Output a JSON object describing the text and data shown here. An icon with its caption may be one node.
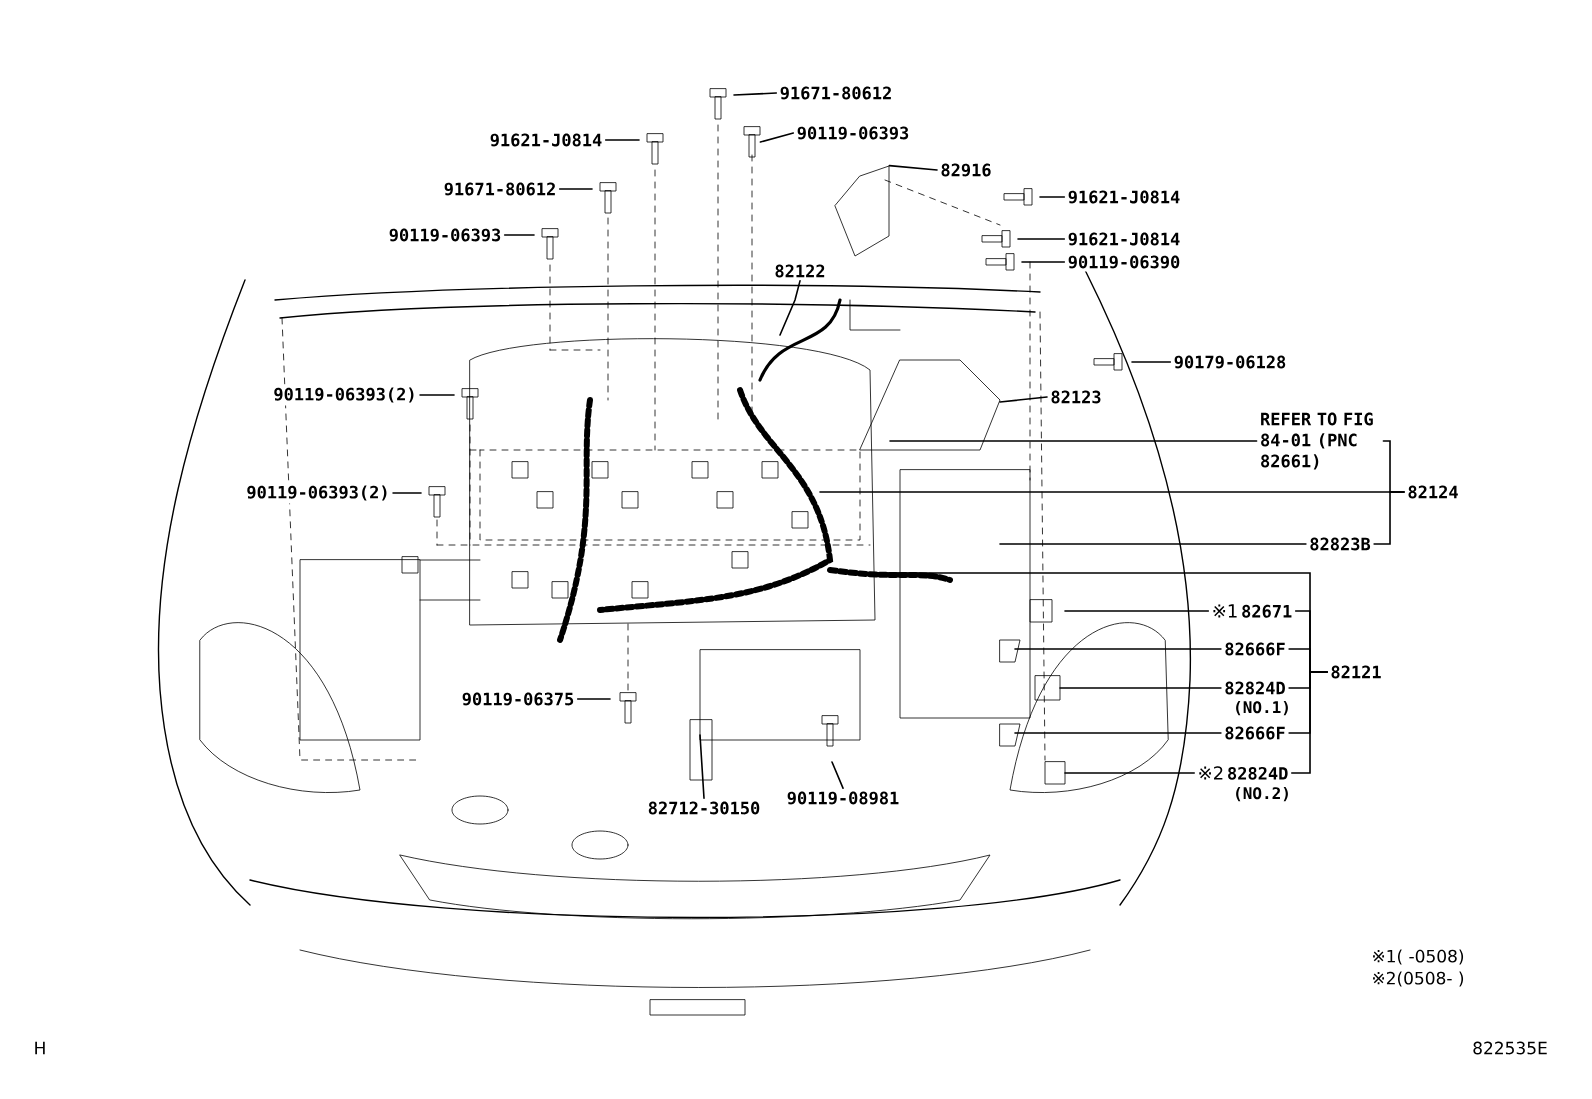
{
  "diagram": {
    "nodes": [
      {
        "text": [
          "91671-80612"
        ]
      },
      {
        "text": [
          "91621-J0814"
        ]
      },
      {
        "text": [
          "90119-06393"
        ]
      },
      {
        "text": [
          "91671-80612"
        ]
      },
      {
        "text": [
          "90119-06393"
        ]
      },
      {
        "text": [
          "82916"
        ]
      },
      {
        "text": [
          "91621-J0814"
        ]
      },
      {
        "text": [
          "91621-J0814"
        ]
      },
      {
        "text": [
          "90119-06390"
        ]
      },
      {
        "text": [
          "82122"
        ]
      },
      {
        "text": [
          "90179-06128"
        ]
      },
      {
        "text": [
          "82123"
        ]
      },
      {
        "text": [
          "REFER TO FIG 84-01 (PNC 82661)"
        ]
      },
      {
        "text": [
          "82124"
        ]
      },
      {
        "text": [
          "90119-06393(2)"
        ]
      },
      {
        "text": [
          "90119-06393(2)"
        ]
      },
      {
        "text": [
          "82823B"
        ]
      },
      {
        "text": [
          "※1",
          "82671"
        ]
      },
      {
        "text": [
          "82666F"
        ]
      },
      {
        "text": [
          "82824D"
        ],
        "beside": [
          "(NO.1)"
        ]
      },
      {
        "text": [
          "82666F"
        ]
      },
      {
        "text": [
          "※2",
          "82824D"
        ],
        "beside": [
          "(NO.2)"
        ]
      },
      {
        "text": [
          "82121"
        ]
      },
      {
        "text": [
          "90119-06375"
        ]
      },
      {
        "text": [
          "82712-30150"
        ]
      },
      {
        "text": [
          "90119-08981"
        ]
      },
      {
        "text": [],
        "shape": "picture"
      },
      {
        "text": [],
        "shape": "picture"
      }
    ],
    "edges": [
      {
        "from": 0,
        "to": null,
        "arrow": "none"
      },
      {
        "from": 1,
        "to": null,
        "arrow": "none"
      },
      {
        "from": 2,
        "to": 26,
        "arrow": "none"
      },
      {
        "from": 3,
        "to": null,
        "arrow": "none"
      },
      {
        "from": 4,
        "to": null,
        "arrow": "none"
      },
      {
        "from": 5,
        "to": 27,
        "arrow": "none"
      },
      {
        "from": 6,
        "to": null,
        "arrow": "none"
      },
      {
        "from": 7,
        "to": null,
        "arrow": "none"
      },
      {
        "from": 8,
        "to": null,
        "arrow": "none"
      },
      {
        "from": 9,
        "to": null,
        "arrow": "none"
      },
      {
        "from": 10,
        "to": null,
        "arrow": "none"
      },
      {
        "from": 11,
        "to": null,
        "arrow": "none"
      },
      {
        "from": 12,
        "to": null,
        "arrow": "none"
      },
      {
        "from": 13,
        "to": null,
        "arrow": "none"
      },
      {
        "from": 13,
        "to": 12,
        "arrow": "none"
      },
      {
        "from": 13,
        "to": 16,
        "arrow": "none"
      },
      {
        "from": 14,
        "to": null,
        "arrow": "none"
      },
      {
        "from": 15,
        "to": null,
        "arrow": "none"
      },
      {
        "from": 16,
        "to": null,
        "arrow": "none"
      },
      {
        "from": 17,
        "to": null,
        "arrow": "none"
      },
      {
        "from": 18,
        "to": null,
        "arrow": "none"
      },
      {
        "from": 19,
        "to": null,
        "arrow": "none"
      },
      {
        "from": 20,
        "to": null,
        "arrow": "none"
      },
      {
        "from": 21,
        "to": null,
        "arrow": "none"
      },
      {
        "from": 22,
        "to": null,
        "arrow": "none"
      },
      {
        "from": 22,
        "to": 17,
        "arrow": "none"
      },
      {
        "from": 22,
        "to": 18,
        "arrow": "none"
      },
      {
        "from": 22,
        "to": 19,
        "arrow": "none"
      },
      {
        "from": 22,
        "to": 20,
        "arrow": "none"
      },
      {
        "from": 22,
        "to": 21,
        "arrow": "none"
      },
      {
        "from": 23,
        "to": null,
        "arrow": "none"
      },
      {
        "from": 24,
        "to": null,
        "arrow": "none"
      },
      {
        "from": 25,
        "to": null,
        "arrow": "none"
      }
    ],
    "labels": [
      "※1( -0508)",
      "※2(0508- )",
      "H",
      "822535E"
    ]
  }
}
